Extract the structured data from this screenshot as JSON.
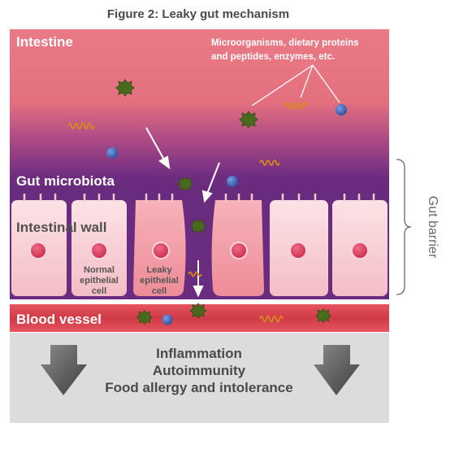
{
  "figure_title": "Figure 2: Leaky gut mechanism",
  "regions": {
    "intestine": "Intestine",
    "gut_microbiota": "Gut microbiota",
    "intestinal_wall": "Intestinal wall",
    "blood_vessel": "Blood vessel"
  },
  "annotations": {
    "microorganisms_line1": "Microorganisms, dietary proteins",
    "microorganisms_line2": "and peptides, enzymes, etc.",
    "gut_barrier": "Gut barrier"
  },
  "cell_labels": {
    "normal_line1": "Normal",
    "normal_line2": "epithelial",
    "normal_line3": "cell",
    "leaky_line1": "Leaky",
    "leaky_line2": "epithelial",
    "leaky_line3": "cell"
  },
  "outcomes": {
    "line1": "Inflammation",
    "line2": "Autoimmunity",
    "line3": "Food allergy and intolerance"
  },
  "icons": [
    "bacterium-icon",
    "spirochete-icon",
    "protein-molecule-icon",
    "down-arrow-icon"
  ],
  "colors": {
    "intestine_pink": "#e8707c",
    "microbiota_purple": "#6a2c7e",
    "cell_pink": "#f7c8cf",
    "nucleus": "#d63c5c",
    "blood_vessel": "#d9434f",
    "outcome_gray": "#dcdcdf",
    "text_gray": "#4a4a4a",
    "microbe_green": "#4a6b1e",
    "spiral_orange": "#d98a1c",
    "molecule_blue": "#3a5fb0"
  }
}
